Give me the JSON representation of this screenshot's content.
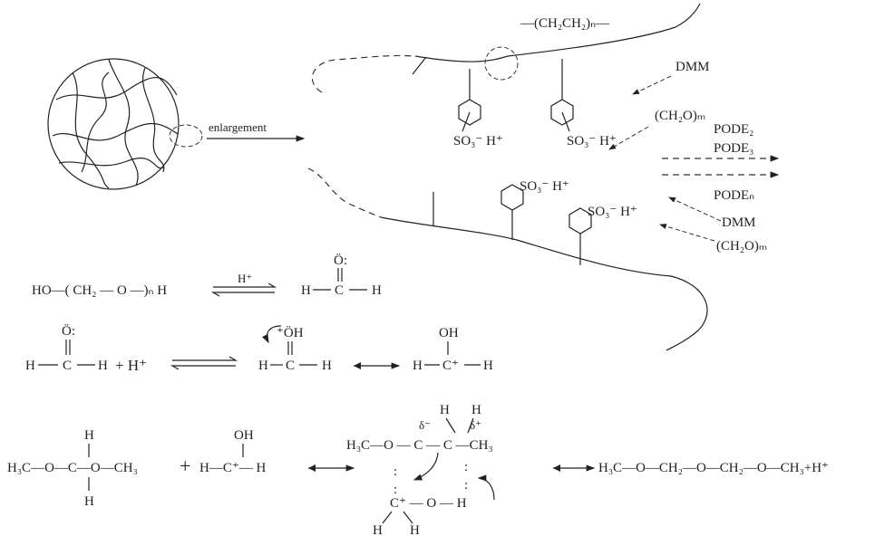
{
  "resin": {
    "enlargement_label": "enlargement",
    "polymer_chain": "—(CH₂CH₂)ₙ—",
    "sulfonic_group_1": "SO₃⁻ H⁺",
    "sulfonic_group_2": "SO₃⁻ H⁺",
    "sulfonic_group_3": "SO₃⁻ H⁺",
    "sulfonic_group_4": "SO₃⁻ H⁺"
  },
  "reactants_top": {
    "dmm": "DMM",
    "trioxymethylene": "(CH₂O)ₘ"
  },
  "products": {
    "pode2": "PODE₂",
    "pode3": "PODE₃",
    "poden": "PODEₙ"
  },
  "reactants_bottom": {
    "dmm": "DMM",
    "trioxymethylene": "(CH₂O)ₘ"
  },
  "equation1": {
    "left": "HO—( CH₂ — O —)ₙ H",
    "catalyst": "H⁺",
    "product_o": "Ö:",
    "product_h1": "H",
    "product_c": "C",
    "product_h2": "H"
  },
  "equation2": {
    "o": "Ö:",
    "h1": "H",
    "c": "C",
    "h2": "H",
    "plus_h": "+ H⁺",
    "p1_o": "⁺ÖH",
    "p1_h1": "H",
    "p1_c": "C",
    "p1_h2": "H",
    "p2_oh": "OH",
    "p2_h1": "H",
    "p2_c": "C⁺",
    "p2_h2": "H"
  },
  "equation3": {
    "dmm_top_h": "H",
    "dmm_chain": "H₃C—O—C—O—CH₃",
    "dmm_bottom_h": "H",
    "plus": "+",
    "cation_oh": "OH",
    "cation": "H—C⁺— H",
    "ts_h1": "H",
    "ts_h2": "H",
    "ts_delta_minus": "δ⁻",
    "ts_delta_plus": "δ⁺",
    "ts_chain": "H₃C—O — C — C —CH₃",
    "ts_bottom": "C⁺ —  O  —  H",
    "ts_h3": "H",
    "ts_h4": "H",
    "product": "H₃C—O—CH₂—O—CH₂—O—CH₃+H⁺"
  }
}
